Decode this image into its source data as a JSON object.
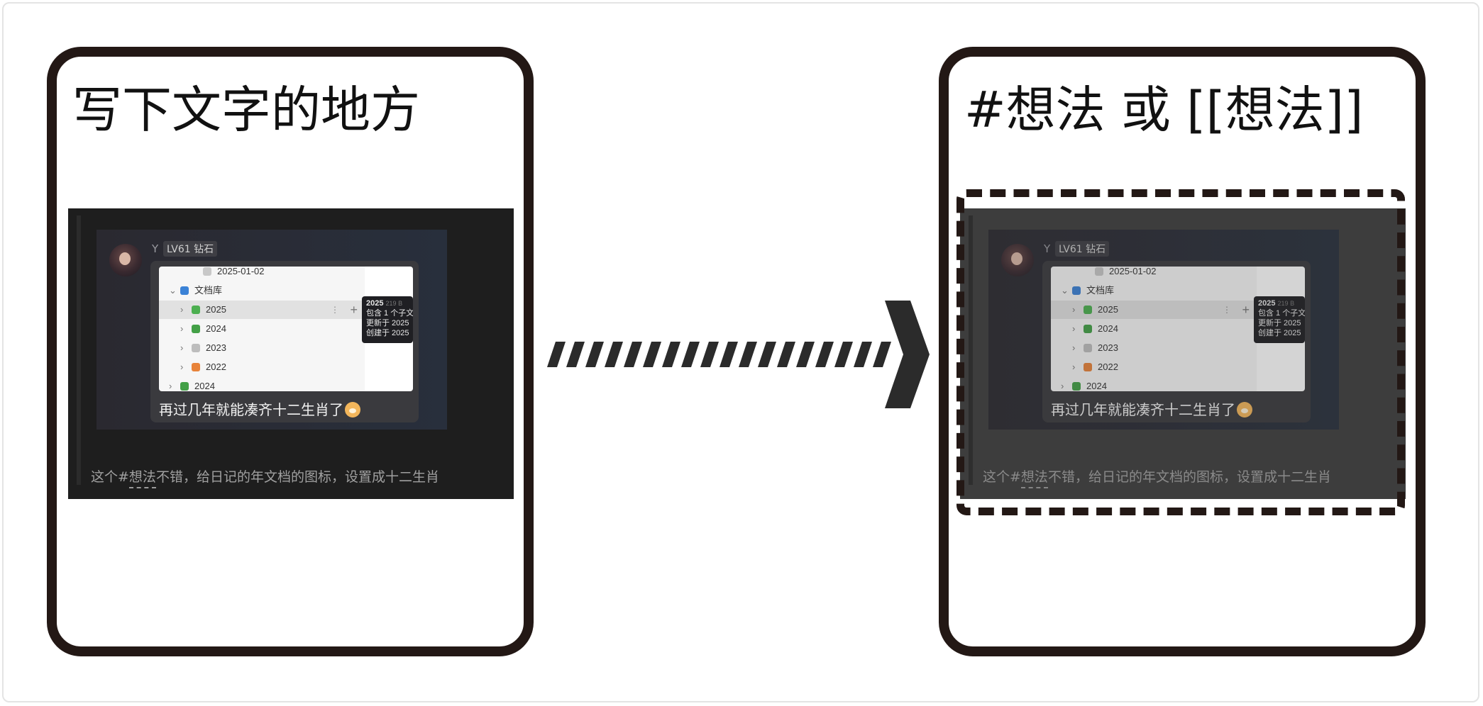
{
  "left_card": {
    "title": "写下文字的地方"
  },
  "right_card": {
    "title": "#想法 或 [[想法]]"
  },
  "screenshot": {
    "username": "Y",
    "badge": "LV61 钻石",
    "tree_items": [
      {
        "label": "2025-01-02",
        "indent": 3,
        "icon": "doc-icon"
      },
      {
        "label": "文档库",
        "indent": 1,
        "icon": "book-icon",
        "chevron": "⌄"
      },
      {
        "label": "2025",
        "indent": 2,
        "icon": "snake-icon",
        "chevron": "›",
        "highlighted": true
      },
      {
        "label": "2024",
        "indent": 2,
        "icon": "dragon-icon",
        "chevron": "›"
      },
      {
        "label": "2023",
        "indent": 2,
        "icon": "rabbit-icon",
        "chevron": "›"
      },
      {
        "label": "2022",
        "indent": 2,
        "icon": "tiger-icon",
        "chevron": "›"
      },
      {
        "label": "2024",
        "indent": 1,
        "icon": "dragon-icon",
        "chevron": "›"
      }
    ],
    "row_menu": "⋮",
    "row_plus": "+",
    "tooltip": {
      "title": "2025",
      "sub": "219 B",
      "lines": [
        "包含 1 个子文",
        "更新于 2025",
        "创建于 2025"
      ]
    },
    "caption": "再过几年就能凑齐十二生肖了",
    "bottom_prefix": "这个#",
    "bottom_tag": "想法",
    "bottom_suffix": "不错，给日记的年文档的图标，设置成十二生肖"
  },
  "colors": {
    "outline": "#231815",
    "dark_bg": "#1e1e1e",
    "arrow": "#2b2b2b"
  }
}
